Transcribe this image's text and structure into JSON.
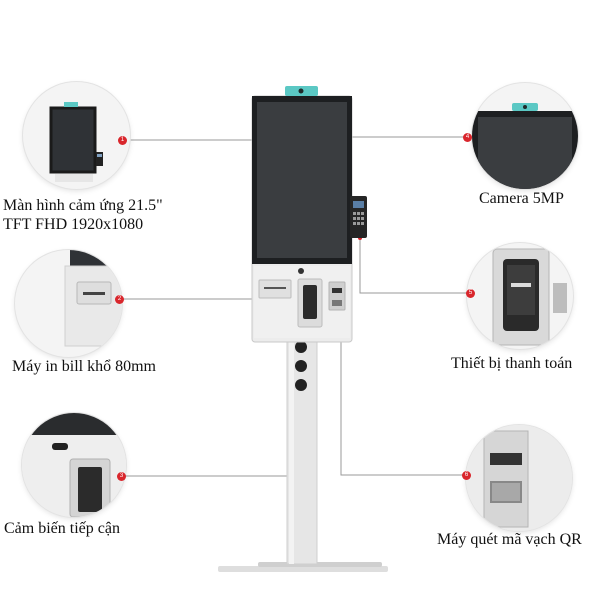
{
  "features": [
    {
      "num": "1",
      "label_lines": [
        "Màn hình cảm ứng 21.5\"",
        "TFT FHD 1920x1080"
      ]
    },
    {
      "num": "2",
      "label_lines": [
        "Máy in bill khổ 80mm"
      ]
    },
    {
      "num": "3",
      "label_lines": [
        "Cảm biến tiếp cận"
      ]
    },
    {
      "num": "4",
      "label_lines": [
        "Camera 5MP"
      ]
    },
    {
      "num": "5",
      "label_lines": [
        "Thiết bị thanh toán"
      ]
    },
    {
      "num": "6",
      "label_lines": [
        "Máy quét mã vạch QR"
      ]
    }
  ],
  "colors": {
    "connector": "#9a9a9a",
    "marker": "#d9262c",
    "kiosk_body": "#ececec",
    "screen": "#3a3d40",
    "camera": "#5bc8c4"
  }
}
